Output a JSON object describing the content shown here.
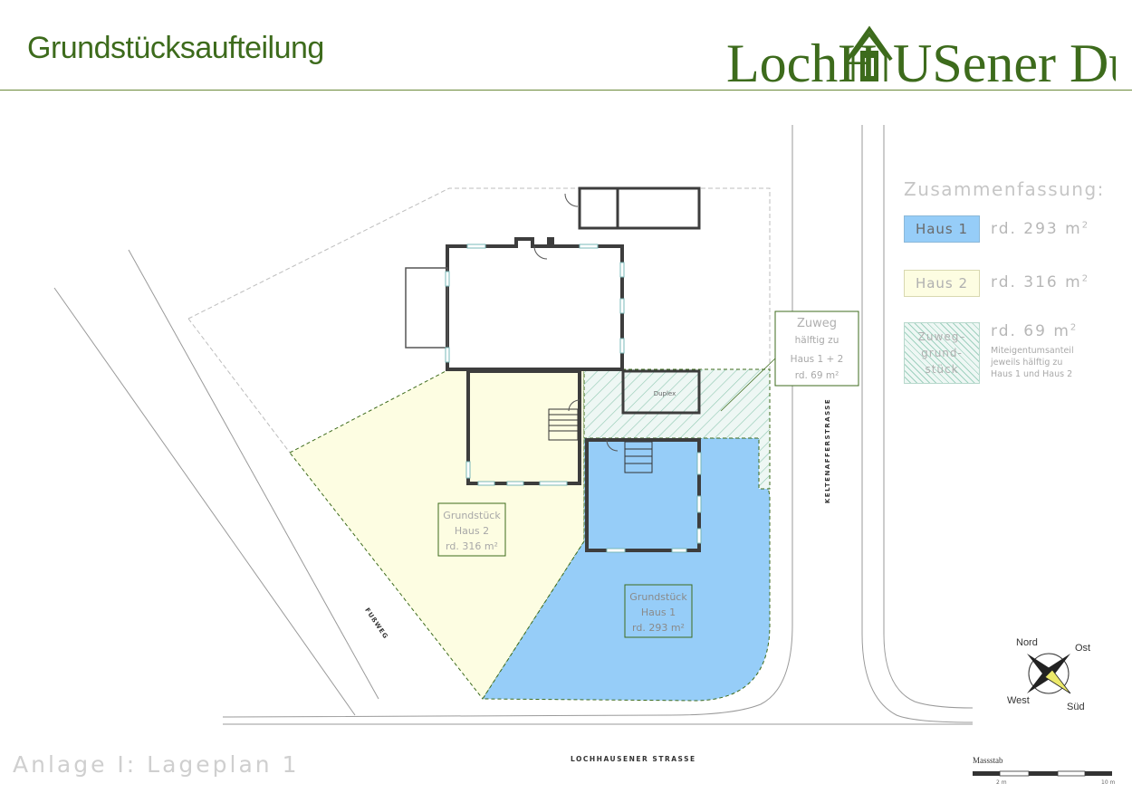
{
  "header": {
    "title": "Grundstücksaufteilung",
    "logo_left": "LochH",
    "logo_right": "USener Duo"
  },
  "plan": {
    "duplex_label": "Duplex",
    "zuweg_callout": [
      "Zuweg",
      "hälftig zu",
      "Haus 1 + 2",
      "rd. 69 m²"
    ],
    "plot_haus2": [
      "Grundstück",
      "Haus 2",
      "rd. 316 m²"
    ],
    "plot_haus1": [
      "Grundstück",
      "Haus 1",
      "rd. 293 m²"
    ],
    "street_east": "KELTENAFFERSTRASSE",
    "footpath": "FUßWEG",
    "street_south": "LOCHHAUSENER STRASSE"
  },
  "summary": {
    "title": "Zusammenfassung:",
    "items": [
      {
        "label": "Haus 1",
        "area_value": "rd. 293 m",
        "area_unit_exp": "2",
        "fill": "#96cdf8"
      },
      {
        "label": "Haus 2",
        "area_value": "rd. 316 m",
        "area_unit_exp": "2",
        "fill": "#fdfde2"
      },
      {
        "label_lines": [
          "Zuweg–",
          "grund-",
          "stück"
        ],
        "area_value": "rd. 69 m",
        "area_unit_exp": "2",
        "fill": "#d8ecec"
      }
    ],
    "note": "Miteigentumsanteil\njeweils hälftig zu\nHaus 1 und Haus 2"
  },
  "compass": {
    "north": "Nord",
    "east": "Ost",
    "west": "West",
    "south": "Süd"
  },
  "scale": {
    "label": "Massstab",
    "min": "2 m",
    "max": "10 m"
  },
  "footer": {
    "annex": "Anlage I:  Lageplan 1"
  },
  "colors": {
    "accent": "#3d6b1c",
    "haus1": "#96cdf8",
    "haus2": "#fdfde2",
    "zuweg_hatch": "#7fbfa8",
    "wall": "#3d3d3d"
  }
}
